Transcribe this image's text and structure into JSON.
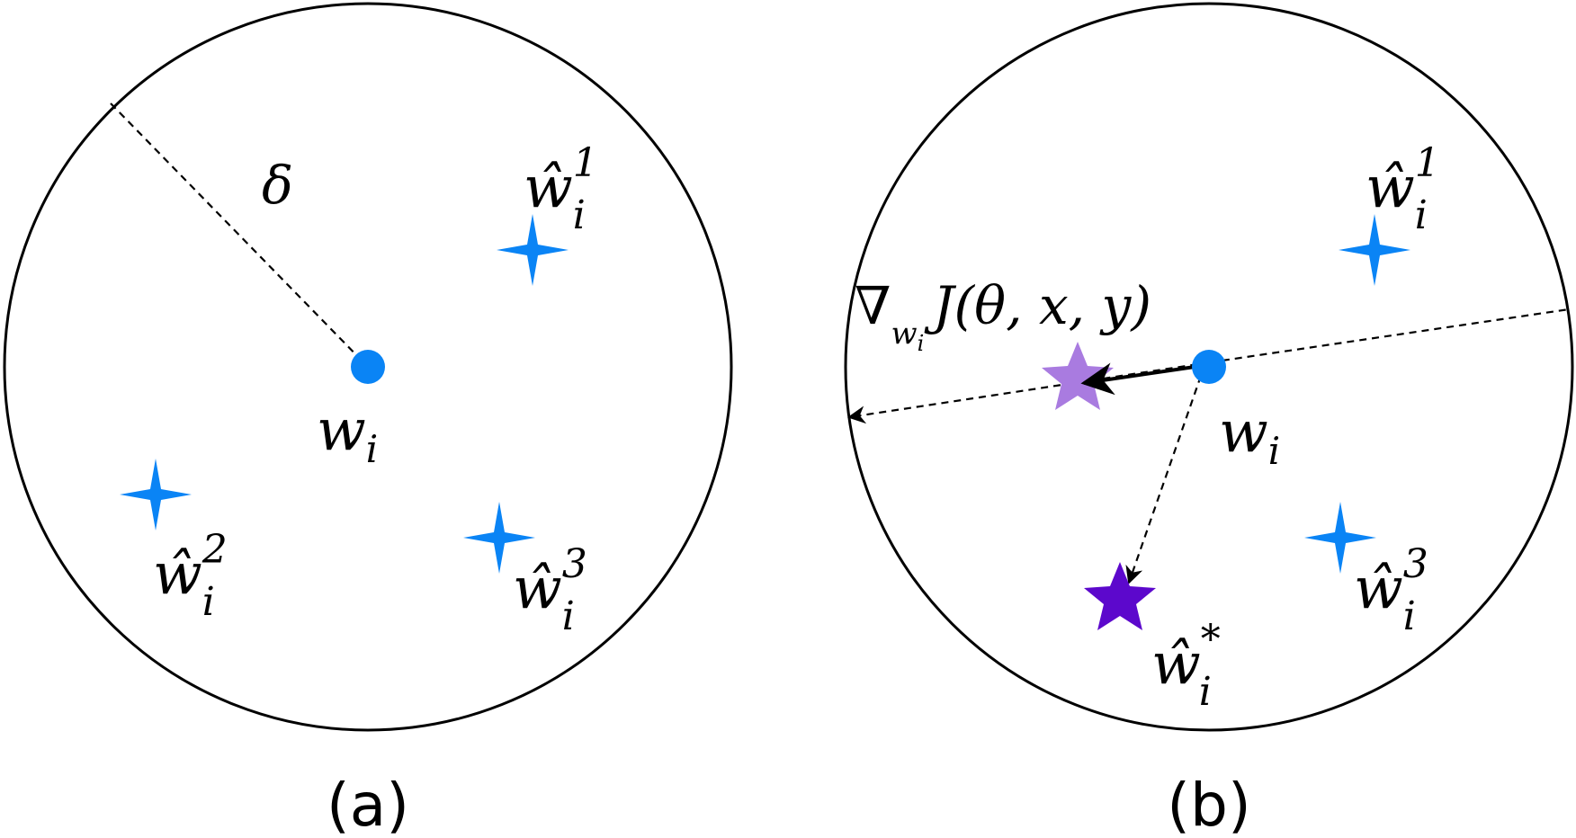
{
  "panels": {
    "a": {
      "caption": "(a)",
      "radius_label": "δ",
      "center_label": {
        "base": "w",
        "sub": "i"
      },
      "candidates": [
        {
          "base": "ŵ",
          "sub": "i",
          "sup": "1"
        },
        {
          "base": "ŵ",
          "sub": "i",
          "sup": "2"
        },
        {
          "base": "ŵ",
          "sub": "i",
          "sup": "3"
        }
      ]
    },
    "b": {
      "caption": "(b)",
      "gradient_label": {
        "nabla": "∇",
        "sub": "w",
        "subsub": "i",
        "expr": "J(θ, x, y)"
      },
      "center_label": {
        "base": "w",
        "sub": "i"
      },
      "candidates": [
        {
          "base": "ŵ",
          "sub": "i",
          "sup": "1"
        },
        {
          "base": "ŵ",
          "sub": "i",
          "sup": "3"
        }
      ],
      "selected": {
        "base": "ŵ",
        "sub": "i",
        "sup": "*"
      }
    }
  },
  "colors": {
    "line": "#000000",
    "point": "#0a84f5",
    "candidate": "#0a84f5",
    "gradient_star": "#a97be0",
    "selected_star": "#5c08cc"
  }
}
